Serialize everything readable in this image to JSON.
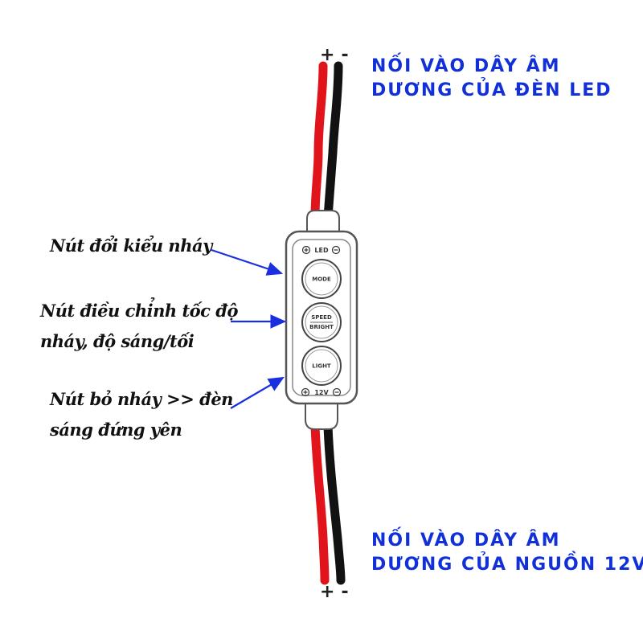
{
  "top_polarity": {
    "plus": "+",
    "minus": "-"
  },
  "bottom_polarity": {
    "plus": "+",
    "minus": "-"
  },
  "top_note": {
    "line1": "NỐI VÀO DÂY ÂM",
    "line2": "DƯƠNG CỦA ĐÈN LED"
  },
  "bottom_note": {
    "line1": "NỐI VÀO DÂY ÂM",
    "line2": "DƯƠNG CỦA NGUỒN 12V"
  },
  "controller": {
    "top_marker": "LED",
    "bottom_marker": "12V",
    "buttons": {
      "mode": "MODE",
      "speed": "SPEED",
      "bright": "BRIGHT",
      "light": "LIGHT"
    }
  },
  "callouts": {
    "mode": {
      "line1": "Nút đổi kiểu nháy"
    },
    "speed": {
      "line1": "Nút điều chỉnh tốc độ",
      "line2": "nháy, độ sáng/tối"
    },
    "light": {
      "line1": "Nút bỏ nháy >> đèn",
      "line2": "sáng đứng yên"
    }
  },
  "colors": {
    "wire_positive": "#e1141b",
    "wire_negative": "#121212",
    "label_blue": "#1230d8",
    "arrow_blue": "#1a2fe0",
    "controller_body": "#ffffff",
    "controller_outline": "#555555"
  }
}
